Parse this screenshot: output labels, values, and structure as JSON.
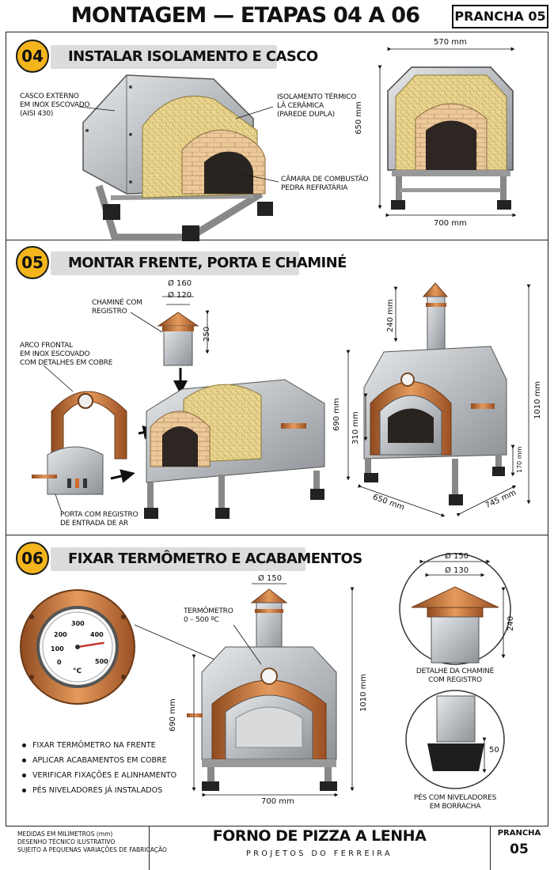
{
  "header": {
    "title": "MONTAGEM — ETAPAS 04 A 06",
    "sheet": "PRANCHA 05"
  },
  "steps": [
    {
      "number": "04",
      "title": "INSTALAR ISOLAMENTO E CASCO",
      "labels": {
        "outer_shell": [
          "CASCO EXTERNO",
          "EM INOX ESCOVADO",
          "(AISI 430)"
        ],
        "insulation": [
          "ISOLAMENTO TÉRMICO",
          "LÃ CERÂMICA",
          "(PAREDE DUPLA)"
        ],
        "chamber": [
          "CÂMARA DE COMBUSTÃO",
          "PEDRA REFRATÁRIA"
        ]
      },
      "dimensions": {
        "width": "570 mm",
        "height": "650 mm",
        "base": "700 mm"
      }
    },
    {
      "number": "05",
      "title": "MONTAR FRENTE, PORTA E CHAMINÉ",
      "labels": {
        "chimney": [
          "CHAMINÉ COM",
          "REGISTRO"
        ],
        "front_arch": [
          "ARCO FRONTAL",
          "EM INOX ESCOVADO",
          "COM DETALHES EM COBRE"
        ],
        "door": [
          "PORTA COM REGISTRO",
          "DE ENTRADA DE AR"
        ]
      },
      "dimensions": {
        "chimney_outer": "Ø 160",
        "chimney_inner": "Ø 120",
        "chimney_height": "250",
        "chimney_top": "240 mm",
        "total_height": "1010 mm",
        "body_height": "690 mm",
        "opening_height": "310 mm",
        "leg_height": "170 mm",
        "width": "650 mm",
        "depth": "745 mm"
      }
    },
    {
      "number": "06",
      "title": "FIXAR TERMÔMETRO E ACABAMENTOS",
      "labels": {
        "thermometer": [
          "TERMÔMETRO",
          "0 – 500 ºC"
        ],
        "chimney_detail": [
          "DETALHE DA CHAMINÉ",
          "COM REGISTRO"
        ],
        "feet": [
          "PÉS COM NIVELADORES",
          "EM BORRACHA"
        ]
      },
      "gauge": {
        "ticks": [
          "100",
          "200",
          "300",
          "400",
          "500",
          "0"
        ],
        "unit": "°C",
        "value": 400
      },
      "dimensions": {
        "chimney": "Ø 150",
        "total_height": "1010 mm",
        "body_height": "690 mm",
        "width": "700 mm",
        "detail_outer": "Ø 150",
        "detail_inner": "Ø 130",
        "detail_height": "240",
        "foot_height": "50"
      },
      "bullets": [
        "FIXAR TERMÔMETRO NA FRENTE",
        "APLICAR ACABAMENTOS EM COBRE",
        "VERIFICAR FIXAÇÕES E ALINHAMENTO",
        "PÉS NIVELADORES JÁ INSTALADOS"
      ]
    }
  ],
  "footer": {
    "notes": [
      "MEDIDAS EM MILÍMETROS (mm)",
      "DESENHO TÉCNICO ILUSTRATIVO",
      "SUJEITO A PEQUENAS VARIAÇÕES DE FABRICAÇÃO"
    ],
    "title": "FORNO DE PIZZA A LENHA",
    "subtitle": "PROJETOS DO FERREIRA",
    "sheet_label": "PRANCHA",
    "sheet_number": "05"
  },
  "colors": {
    "steel": "#c9ccd0",
    "steel_dark": "#8e9296",
    "copper": "#c8743a",
    "brick": "#e8c79a",
    "insulation": "#e6d08a",
    "badge": "#f4b51c"
  }
}
